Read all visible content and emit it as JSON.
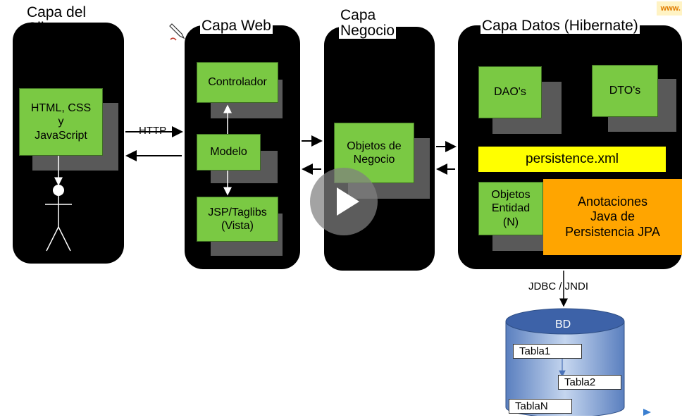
{
  "layers": {
    "client": "Capa del\nCliente",
    "web": "Capa Web",
    "business": "Capa\nNegocio",
    "data": "Capa Datos (Hibernate)"
  },
  "boxes": {
    "html_css_js": "HTML, CSS\ny\nJavaScript",
    "controlador": "Controlador",
    "modelo": "Modelo",
    "jsp": "JSP/Taglibs\n(Vista)",
    "objetos_negocio": "Objetos de\nNegocio",
    "daos": "DAO's",
    "dtos": "DTO's",
    "persistence": "persistence.xml",
    "entidades": "Objetos\nEntidad\n(N)",
    "anotaciones": "Anotaciones\nJava de\nPersistencia JPA"
  },
  "labels": {
    "http": "HTTP",
    "jdbc": "JDBC / JNDI"
  },
  "database": {
    "title": "BD",
    "tables": [
      "Tabla1",
      "Tabla2",
      "TablaN"
    ]
  },
  "corner_watermark": "www.",
  "colors": {
    "layer_bg": "#000000",
    "box_green": "#7ac943",
    "shadow": "#595959",
    "persistence_yellow": "#ffff00",
    "jpa_orange": "#ffa500",
    "db_blue": "#4a72b8"
  }
}
